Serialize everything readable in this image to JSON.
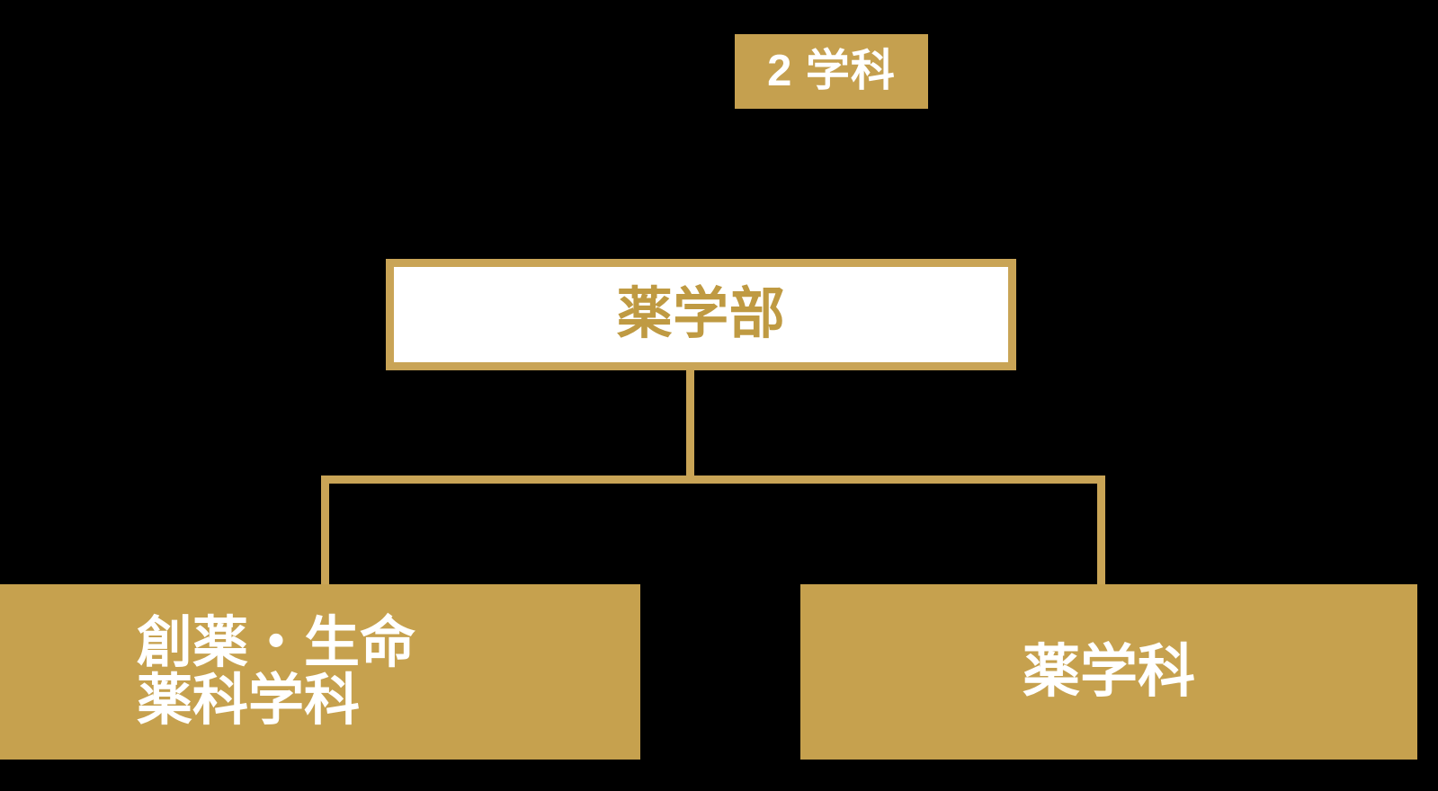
{
  "theme": {
    "background": "#000000",
    "gold": "#c5a04f",
    "gold_border": "#c9a456",
    "gold_fill": "#c6a14e",
    "gold_text": "#bf9a42",
    "white": "#ffffff"
  },
  "badge": {
    "label": "2 学科"
  },
  "org_chart": {
    "type": "hierarchy",
    "root": {
      "label": "薬学部"
    },
    "children": [
      {
        "label_line1": "創薬・生命",
        "label_line2": "薬科学科",
        "label_full": "創薬・生命薬科学科"
      },
      {
        "label_line1": "薬学科",
        "label_full": "薬学科"
      }
    ]
  }
}
